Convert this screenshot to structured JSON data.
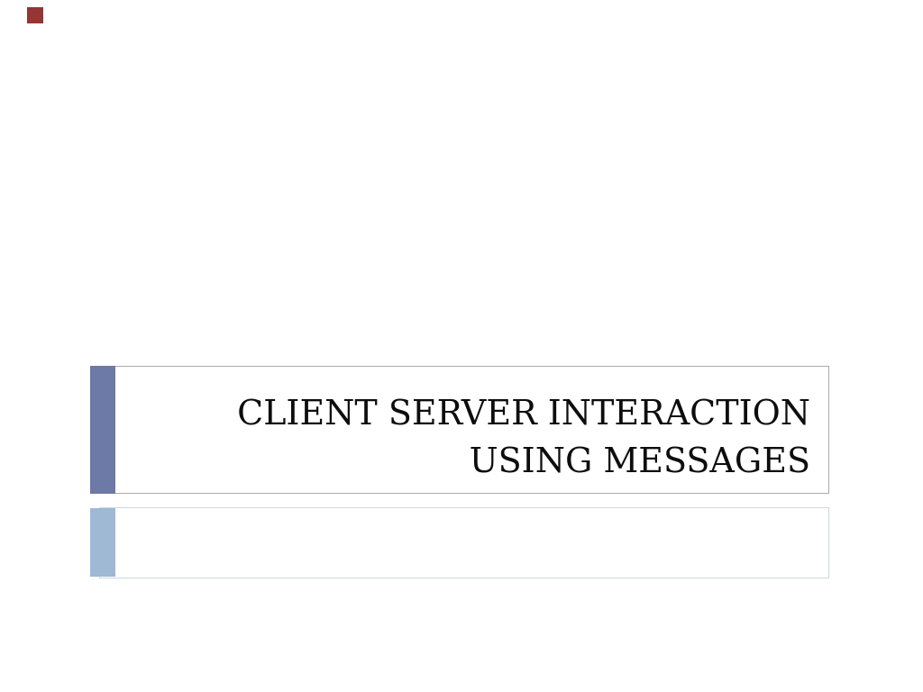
{
  "slide": {
    "title": {
      "text": "CLIENT SERVER INTERACTION USING MESSAGES",
      "lines": [
        "CLIENT SERVER INTERACTION",
        "USING MESSAGES"
      ]
    },
    "subtitle": {
      "text": ""
    },
    "colors": {
      "background": "#ffffff",
      "corner_square": "#943634",
      "title_accent_bar": "#6d79a6",
      "subtitle_accent_bar": "#9fb8d3",
      "title_box_border": "#ababab",
      "subtitle_box_border": "#ccd7e3",
      "title_text": "#0d0d0d"
    }
  }
}
